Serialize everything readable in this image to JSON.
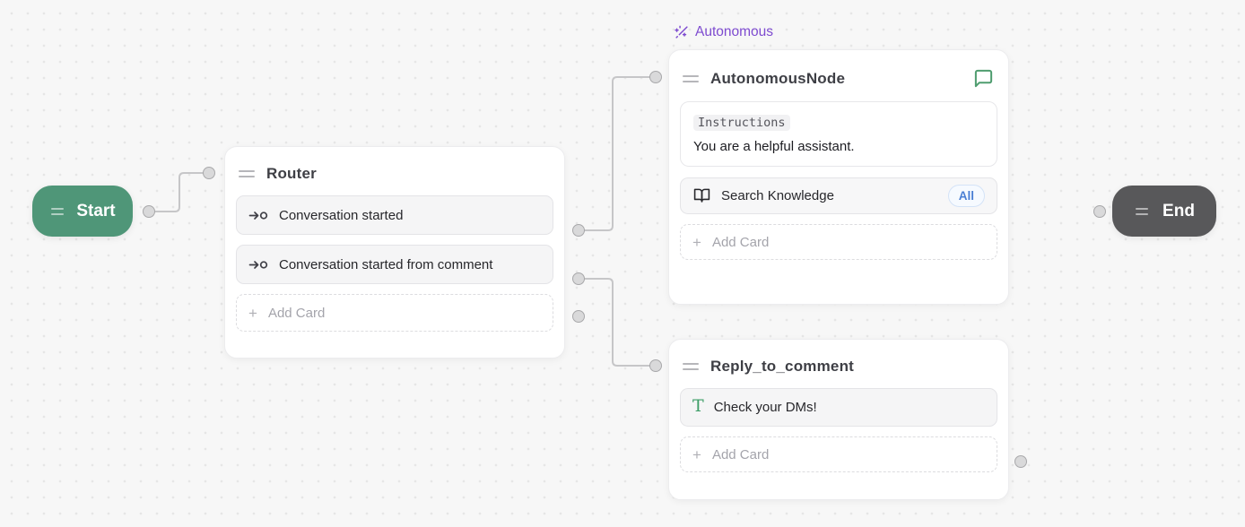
{
  "canvas": {
    "background": "#f7f7f7",
    "dot_color": "#e6e6e6",
    "edge_color": "#c6c6c8"
  },
  "nodes": {
    "start": {
      "label": "Start",
      "color": "#4f9678"
    },
    "router": {
      "title": "Router",
      "cards": [
        {
          "icon": "trigger-icon",
          "label": "Conversation started"
        },
        {
          "icon": "trigger-icon",
          "label": "Conversation started from comment"
        }
      ],
      "add_card": {
        "icon": "plus-icon",
        "label": "Add Card"
      }
    },
    "autonomous": {
      "tag": {
        "icon": "wand-sparkles-icon",
        "label": "Autonomous",
        "color": "#7e4bd0"
      },
      "title": "AutonomousNode",
      "header_icon": "comment-icon",
      "instructions_card": {
        "label": "Instructions",
        "value": "You are a helpful assistant."
      },
      "knowledge_card": {
        "icon": "open-book-icon",
        "label": "Search Knowledge",
        "badge": "All"
      },
      "add_card": {
        "icon": "plus-icon",
        "label": "Add Card"
      }
    },
    "reply": {
      "title": "Reply_to_comment",
      "text_card": {
        "icon": "text-icon",
        "label": "Check your DMs!"
      },
      "add_card": {
        "icon": "plus-icon",
        "label": "Add Card"
      }
    },
    "end": {
      "label": "End",
      "color": "#58585a"
    }
  }
}
